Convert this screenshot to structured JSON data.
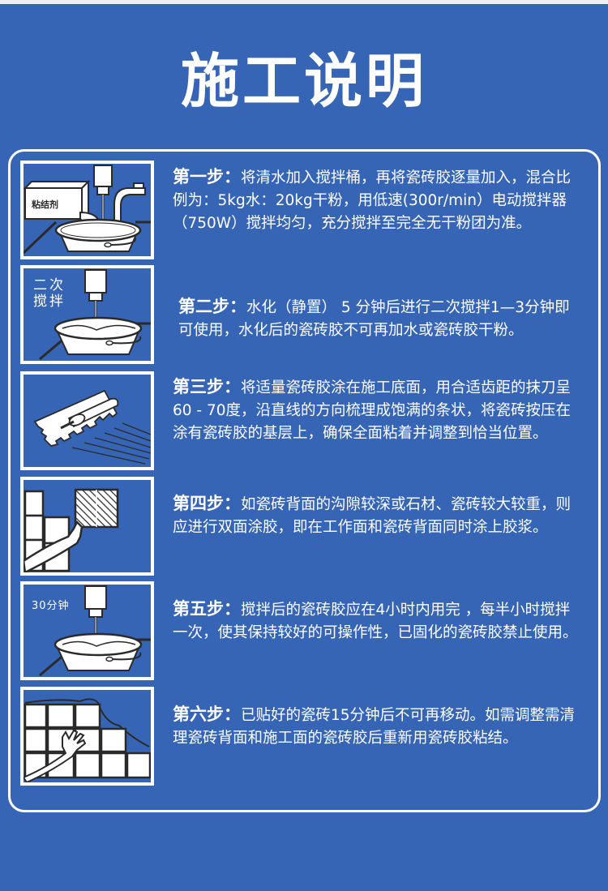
{
  "page": {
    "title": "施工说明",
    "colors": {
      "background": "#3665b5",
      "foreground": "#ffffff",
      "outline": "#2a2a2a"
    }
  },
  "steps": [
    {
      "label": "第一步：",
      "text": "将清水加入搅拌桶，再将瓷砖胶逐量加入，混合比例为：5kg水：20kg干粉，用低速(300r/min）电动搅拌器（750W）搅拌均匀，充分搅拌至完全无干粉团为准。",
      "illustration": {
        "icon": "mixing-bucket-with-adhesive-bag-icon",
        "caption": "粘结剂"
      }
    },
    {
      "label": "第二步：",
      "text": "水化（静置） 5 分钟后进行二次搅拌1—3分钟即可使用，水化后的瓷砖胶不可再加水或瓷砖胶干粉。",
      "illustration": {
        "icon": "second-mixing-bucket-icon",
        "caption_line1": "二次",
        "caption_line2": "搅拌"
      }
    },
    {
      "label": "第三步：",
      "text": "将适量瓷砖胶涂在施工底面，用合适齿距的抹刀呈60 - 70度，沿直线的方向梳理成饱满的条状，将瓷砖按压在涂有瓷砖胶的基层上，确保全面粘着并调整到恰当位置。",
      "illustration": {
        "icon": "notched-trowel-icon"
      }
    },
    {
      "label": "第四步：",
      "text": "如瓷砖背面的沟隙较深或石材、瓷砖较大较重，则应进行双面涂胶，即在工作面和瓷砖背面同时涂上胶浆。",
      "illustration": {
        "icon": "hand-placing-tile-icon"
      }
    },
    {
      "label": "第五步：",
      "text": "搅拌后的瓷砖胶应在4小时内用完 ，每半小时搅拌一次，使其保持较好的可操作性，已固化的瓷砖胶禁止使用。",
      "illustration": {
        "icon": "timed-mixing-bucket-icon",
        "caption": "30分钟"
      }
    },
    {
      "label": "第六步：",
      "text": "已贴好的瓷砖15分钟后不可再移动。如需调整需清理瓷砖背面和施工面的瓷砖胶后重新用瓷砖胶粘结。",
      "illustration": {
        "icon": "hand-on-tile-wall-icon"
      }
    }
  ]
}
